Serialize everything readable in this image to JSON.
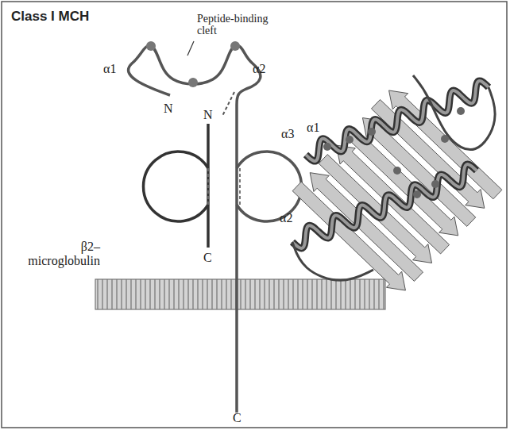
{
  "diagram": {
    "title": "Class I MCH",
    "labels": [
      "Peptide-binding cleft",
      "α1",
      "α2",
      "N",
      "α3",
      "N",
      "β2– microglobulin",
      "C",
      "C",
      "α1",
      "α2"
    ]
  }
}
